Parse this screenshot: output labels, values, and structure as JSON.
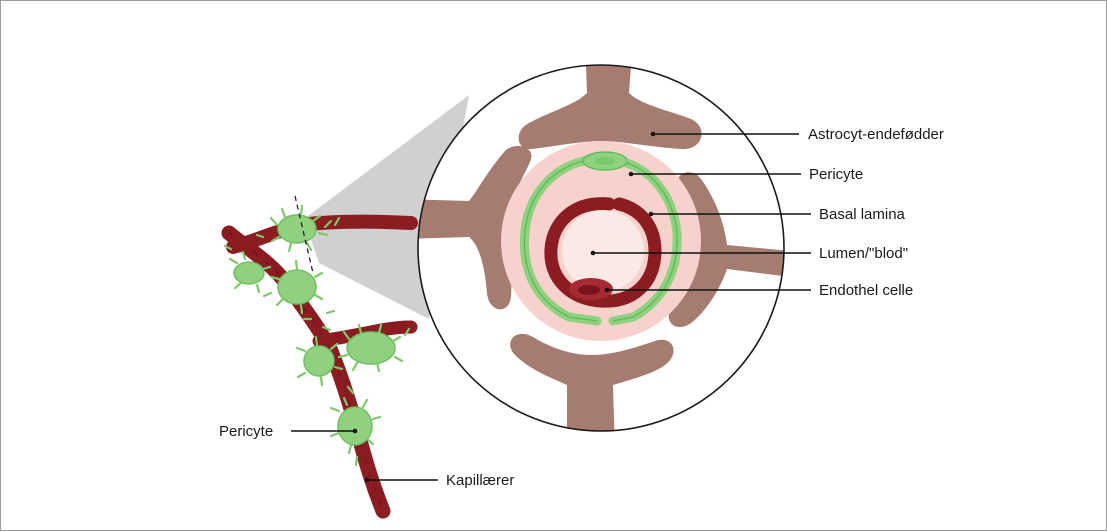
{
  "labels": {
    "astrocyte_endfeet": "Astrocyt-endefødder",
    "pericyte_cross_section": "Pericyte",
    "basal_lamina": "Basal lamina",
    "lumen": "Lumen/\"blod\"",
    "endothelial_cell": "Endothel celle",
    "pericyte_capillary": "Pericyte",
    "capillaries": "Kapillærer"
  },
  "colors": {
    "capillary_red": "#8a1c22",
    "pericyte_green": "#8fd17f",
    "pericyte_green_dark": "#5cb85a",
    "astrocyte_brown": "#a67c70",
    "basal_lamina_pink": "#f7d1cc",
    "lumen_bg": "#fbe9e6",
    "zoom_cone_gray": "#c8c8c8"
  }
}
